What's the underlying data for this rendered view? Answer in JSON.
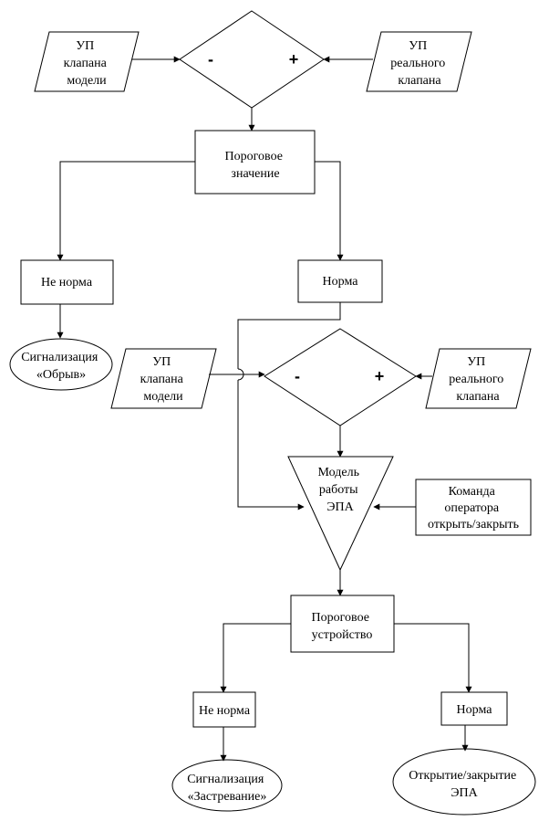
{
  "colors": {
    "stroke": "#000000",
    "background": "#ffffff"
  },
  "top_compare": {
    "left_input": [
      "УП",
      "клапана",
      "модели"
    ],
    "right_input": [
      "УП",
      "реального",
      "клапана"
    ],
    "minus": "-",
    "plus": "+"
  },
  "threshold_value": [
    "Пороговое",
    "значение"
  ],
  "left_branch": {
    "not_norm": "Не норма",
    "alarm": [
      "Сигнализация",
      "«Обрыв»"
    ]
  },
  "right_branch": {
    "norm": "Норма"
  },
  "mid_compare": {
    "left_input": [
      "УП",
      "клапана",
      "модели"
    ],
    "right_input": [
      "УП",
      "реального",
      "клапана"
    ],
    "minus": "-",
    "plus": "+"
  },
  "model": [
    "Модель",
    "работы",
    "ЭПА"
  ],
  "operator_command": [
    "Команда",
    "оператора",
    "открыть/закрыть"
  ],
  "threshold_device": [
    "Пороговое",
    "устройство"
  ],
  "bottom_left": {
    "not_norm": "Не норма",
    "alarm": [
      "Сигнализация",
      "«Застревание»"
    ]
  },
  "bottom_right": {
    "norm": "Норма",
    "result": [
      "Открытие/закрытие",
      "ЭПА"
    ]
  }
}
